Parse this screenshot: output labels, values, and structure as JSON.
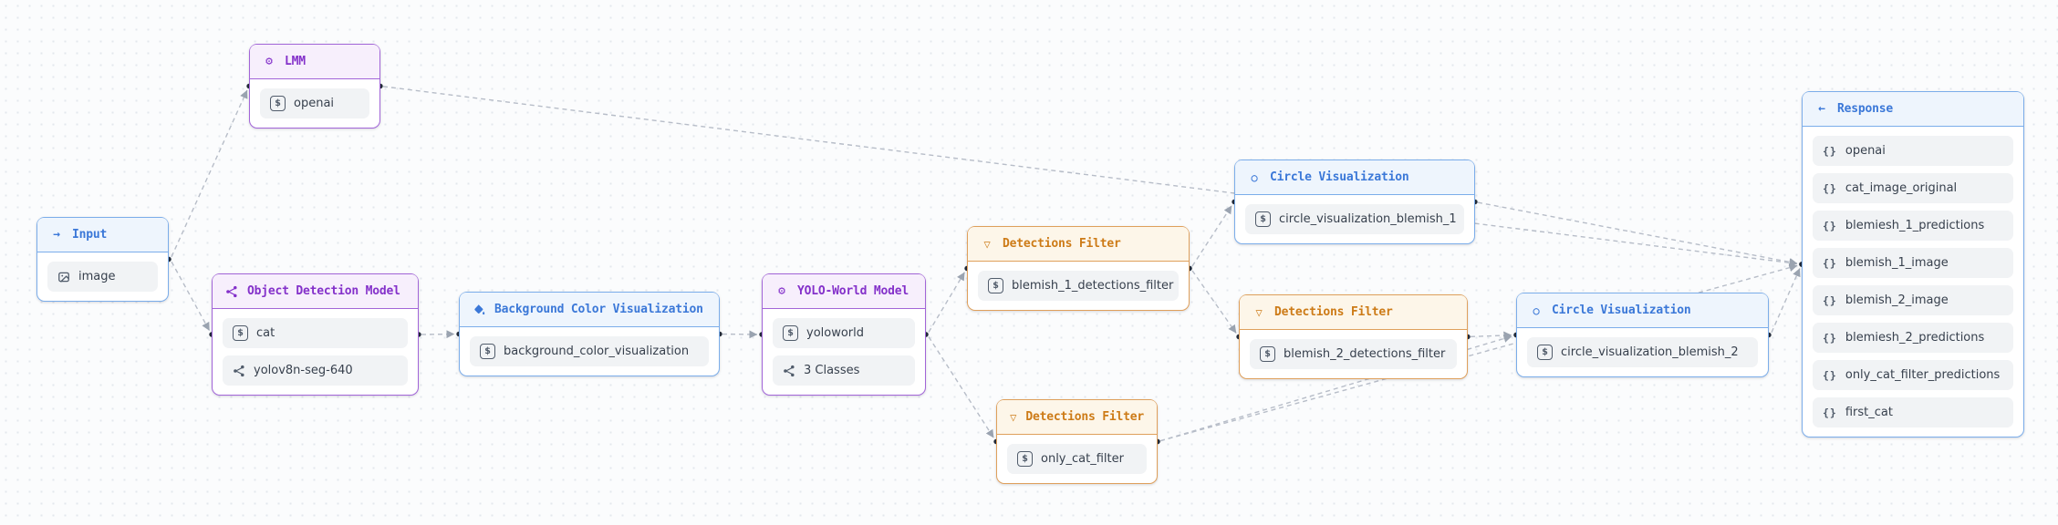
{
  "colors": {
    "blue_border": "#7badea",
    "blue_header_bg": "#eef5fd",
    "blue_text": "#3b78d8",
    "purple_border": "#a265d8",
    "purple_header_bg": "#f7effc",
    "purple_text": "#8431ca",
    "orange_border": "#dfa05c",
    "orange_header_bg": "#fdf6e9",
    "orange_text": "#cd7b17",
    "item_bg": "#f1f3f5",
    "edge": "#b7bdc8",
    "port_dot": "#232c3a"
  },
  "nodes": {
    "input": {
      "title": "Input",
      "header_icon": "arrow-right-icon",
      "theme": "blue",
      "items": [
        {
          "icon": "image-icon",
          "label": "image"
        }
      ]
    },
    "lmm": {
      "title": "LMM",
      "header_icon": "gear-icon",
      "theme": "purple",
      "items": [
        {
          "icon": "string-parameter-icon",
          "label": "openai"
        }
      ]
    },
    "odm": {
      "title": "Object Detection Model",
      "header_icon": "molecule-icon",
      "theme": "purple",
      "items": [
        {
          "icon": "string-parameter-icon",
          "label": "cat"
        },
        {
          "icon": "molecule-icon",
          "label": "yolov8n-seg-640"
        }
      ]
    },
    "bcv": {
      "title": "Background Color Visualization",
      "header_icon": "paint-bucket-icon",
      "theme": "blue",
      "items": [
        {
          "icon": "string-parameter-icon",
          "label": "background_color_visualization"
        }
      ]
    },
    "yolo": {
      "title": "YOLO-World Model",
      "header_icon": "gear-icon",
      "theme": "purple",
      "items": [
        {
          "icon": "string-parameter-icon",
          "label": "yoloworld"
        },
        {
          "icon": "molecule-icon",
          "label": "3 Classes"
        }
      ]
    },
    "df1": {
      "title": "Detections Filter",
      "header_icon": "funnel-icon",
      "theme": "orange",
      "items": [
        {
          "icon": "string-parameter-icon",
          "label": "blemish_1_detections_filter"
        }
      ]
    },
    "cv1": {
      "title": "Circle Visualization",
      "header_icon": "circle-icon",
      "theme": "blue",
      "items": [
        {
          "icon": "string-parameter-icon",
          "label": "circle_visualization_blemish_1"
        }
      ]
    },
    "df2": {
      "title": "Detections Filter",
      "header_icon": "funnel-icon",
      "theme": "orange",
      "items": [
        {
          "icon": "string-parameter-icon",
          "label": "blemish_2_detections_filter"
        }
      ]
    },
    "cv2": {
      "title": "Circle Visualization",
      "header_icon": "circle-icon",
      "theme": "blue",
      "items": [
        {
          "icon": "string-parameter-icon",
          "label": "circle_visualization_blemish_2"
        }
      ]
    },
    "df3": {
      "title": "Detections Filter",
      "header_icon": "funnel-icon",
      "theme": "orange",
      "items": [
        {
          "icon": "string-parameter-icon",
          "label": "only_cat_filter"
        }
      ]
    },
    "response": {
      "title": "Response",
      "header_icon": "arrow-left-icon",
      "theme": "blue",
      "items": [
        {
          "icon": "braces-icon",
          "label": "openai"
        },
        {
          "icon": "braces-icon",
          "label": "cat_image_original"
        },
        {
          "icon": "braces-icon",
          "label": "blemiesh_1_predictions"
        },
        {
          "icon": "braces-icon",
          "label": "blemish_1_image"
        },
        {
          "icon": "braces-icon",
          "label": "blemish_2_image"
        },
        {
          "icon": "braces-icon",
          "label": "blemiesh_2_predictions"
        },
        {
          "icon": "braces-icon",
          "label": "only_cat_filter_predictions"
        },
        {
          "icon": "braces-icon",
          "label": "first_cat"
        }
      ]
    }
  },
  "edges": [
    {
      "from": "input",
      "to": "lmm"
    },
    {
      "from": "input",
      "to": "odm"
    },
    {
      "from": "lmm",
      "to": "response"
    },
    {
      "from": "odm",
      "to": "bcv"
    },
    {
      "from": "bcv",
      "to": "yolo"
    },
    {
      "from": "yolo",
      "to": "df1"
    },
    {
      "from": "yolo",
      "to": "df3"
    },
    {
      "from": "df1",
      "to": "cv1"
    },
    {
      "from": "df1",
      "to": "df2"
    },
    {
      "from": "df2",
      "to": "cv2"
    },
    {
      "from": "df3",
      "to": "cv2"
    },
    {
      "from": "df3",
      "to": "response"
    },
    {
      "from": "cv1",
      "to": "response"
    },
    {
      "from": "cv2",
      "to": "response"
    }
  ]
}
